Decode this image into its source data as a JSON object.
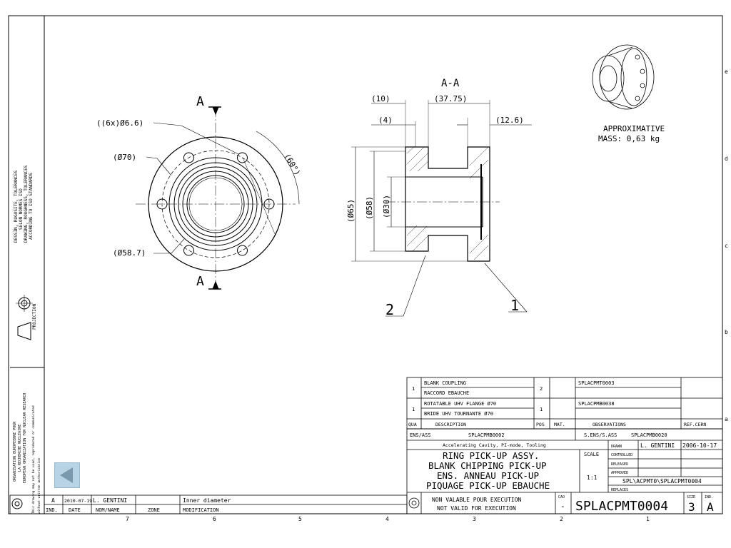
{
  "drawing": {
    "section_label": "A-A",
    "cut_mark_top": "A",
    "cut_mark_bottom": "A",
    "dims": {
      "holes": "((6x)Ø6.6)",
      "d70": "(Ø70)",
      "d587": "(Ø58.7)",
      "angle": "(60°)",
      "w10": "(10)",
      "w3775": "(37.75)",
      "w4": "(4)",
      "w126": "(12.6)",
      "d65": "(Ø65)",
      "d58": "(Ø58)",
      "d30": "(Ø30)"
    },
    "callout_1": "1",
    "callout_2": "2",
    "mass_line1": "APPROXIMATIVE",
    "mass_line2": "MASS: 0,63 kg"
  },
  "left_margin": {
    "tolerance_text_1": "DESSIN, RUGOSITE, TOLERANCES",
    "tolerance_text_2": "SELON NORMES ISO",
    "tolerance_text_3": "DRAWING, ROUGHNESS, TOLERANCES",
    "tolerance_text_4": "ACCORDING TO ISO STANDARDS",
    "projection": "PROJECTION",
    "org_1": "ORGANISATION EUROPEENNE POUR",
    "org_2": "LA RECHERCHE NUCLEAIRE",
    "org_3": "EUROPEAN ORGANIZATION FOR NUCLEAR RESEARCH",
    "copyright_1": "This drawing may not be used, reproduced or communicated",
    "copyright_2": "without written authorization"
  },
  "bom": {
    "rows": [
      {
        "qua": "1",
        "desc1": "BLANK COUPLING",
        "desc2": "RACCORD EBAUCHE",
        "pos": "2",
        "obs": "SPLACPMT0003"
      },
      {
        "qua": "1",
        "desc1": "ROTATABLE UHV FLANGE Ø70",
        "desc2": "BRIDE UHV TOURNANTE Ø70",
        "pos": "1",
        "obs": "SPLACPMB0038"
      }
    ],
    "headers": {
      "qua": "QUA",
      "desc": "DESCRIPTION",
      "pos": "POS",
      "mat": "MAT.",
      "obs": "OBSERVATIONS",
      "ref": "REF.CERN"
    }
  },
  "title_block": {
    "ens_label": "ENS/ASS",
    "ens_value": "SPLACPMB0002",
    "sens_label": "S.ENS/S.ASS",
    "sens_value": "SPLACPMB0020",
    "project": "Accelerating Cavity, PI-mode, Tooling",
    "title_1": "RING PICK-UP ASSY.",
    "title_2": "BLANK CHIPPING PICK-UP",
    "title_3": "ENS. ANNEAU PICK-UP",
    "title_4": "PIQUAGE PICK-UP EBAUCHE",
    "scale_label": "SCALE",
    "scale_value": "1:1",
    "drawn_label": "DRAWN",
    "drawn_by": "L. GENTINI",
    "drawn_date": "2006-10-17",
    "controlled_label": "CONTROLLED",
    "released_label": "RELEASED",
    "approved_label": "APPROVED",
    "path": "SPL\\ACPMT0\\SPLACPMT0004",
    "replaces_label": "REPLACES",
    "validity_1": "NON VALABLE POUR EXECUTION",
    "validity_2": "NOT VALID FOR EXECUTION",
    "cao_label": "CAO",
    "cao_value": "-",
    "drawing_number": "SPLACPMT0004",
    "size_label": "SIZE",
    "size_value": "3",
    "ind_label": "IND.",
    "ind_value": "A"
  },
  "revision": {
    "ind": "A",
    "date": "2010-07-19",
    "name": "L. GENTINI",
    "zone": "",
    "modification": "Inner diameter",
    "headers": {
      "ind": "IND.",
      "date": "DATE",
      "name": "NOM/NAME",
      "zone": "ZONE",
      "mod": "MODIFICATION"
    }
  },
  "zones": {
    "cols": [
      "7",
      "6",
      "5",
      "4",
      "3",
      "2",
      "1"
    ],
    "rows": [
      "e",
      "d",
      "c",
      "b",
      "a"
    ]
  },
  "colors": {
    "line": "#000000",
    "button": "#b8d3e3"
  }
}
